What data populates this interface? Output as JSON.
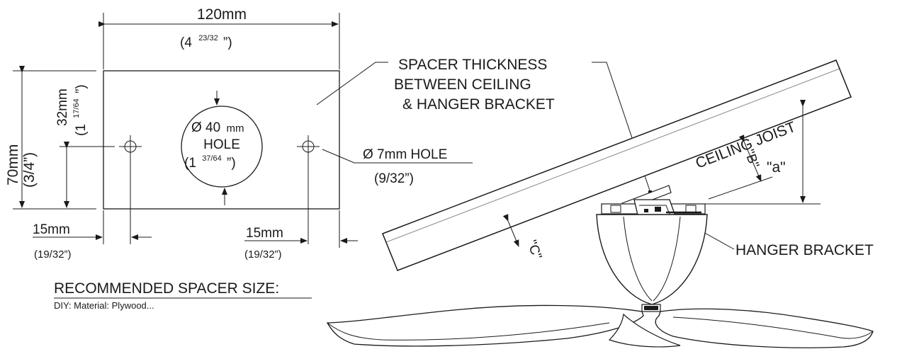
{
  "spacer_plate": {
    "width_mm": "120mm",
    "width_in_whole": "(4",
    "width_in_frac": "23/32",
    "width_in_close": "”)",
    "height_mm": "70mm",
    "height_in": "(3/4”)",
    "center_height_mm": "32mm",
    "center_height_in_whole": "(1",
    "center_height_in_frac": "17/64",
    "center_height_in_close": "”)",
    "center_hole_dia": "Ø 40",
    "center_hole_unit": "mm",
    "center_hole_label": "HOLE",
    "center_hole_in_whole": "(1",
    "center_hole_in_frac": "37/64",
    "center_hole_in_close": "”)",
    "small_hole_label": "Ø 7mm HOLE",
    "small_hole_in": "(9/32”)",
    "left_offset_mm": "15mm",
    "left_offset_in": "(19/32”)",
    "right_offset_mm": "15mm",
    "right_offset_in": "(19/32”)"
  },
  "recommended": {
    "title": "RECOMMENDED SPACER SIZE:",
    "note": "DIY: Material: Plywood..."
  },
  "install": {
    "spacer_label_1": "SPACER THICKNESS",
    "spacer_label_2": "BETWEEN CEILING",
    "spacer_label_3": "& HANGER BRACKET",
    "joist_label": "CEILING JOIST",
    "dim_a": "\"a\"",
    "dim_b": "\"B\"",
    "dim_c": "\"C\"",
    "hanger_label": "HANGER BRACKET"
  }
}
